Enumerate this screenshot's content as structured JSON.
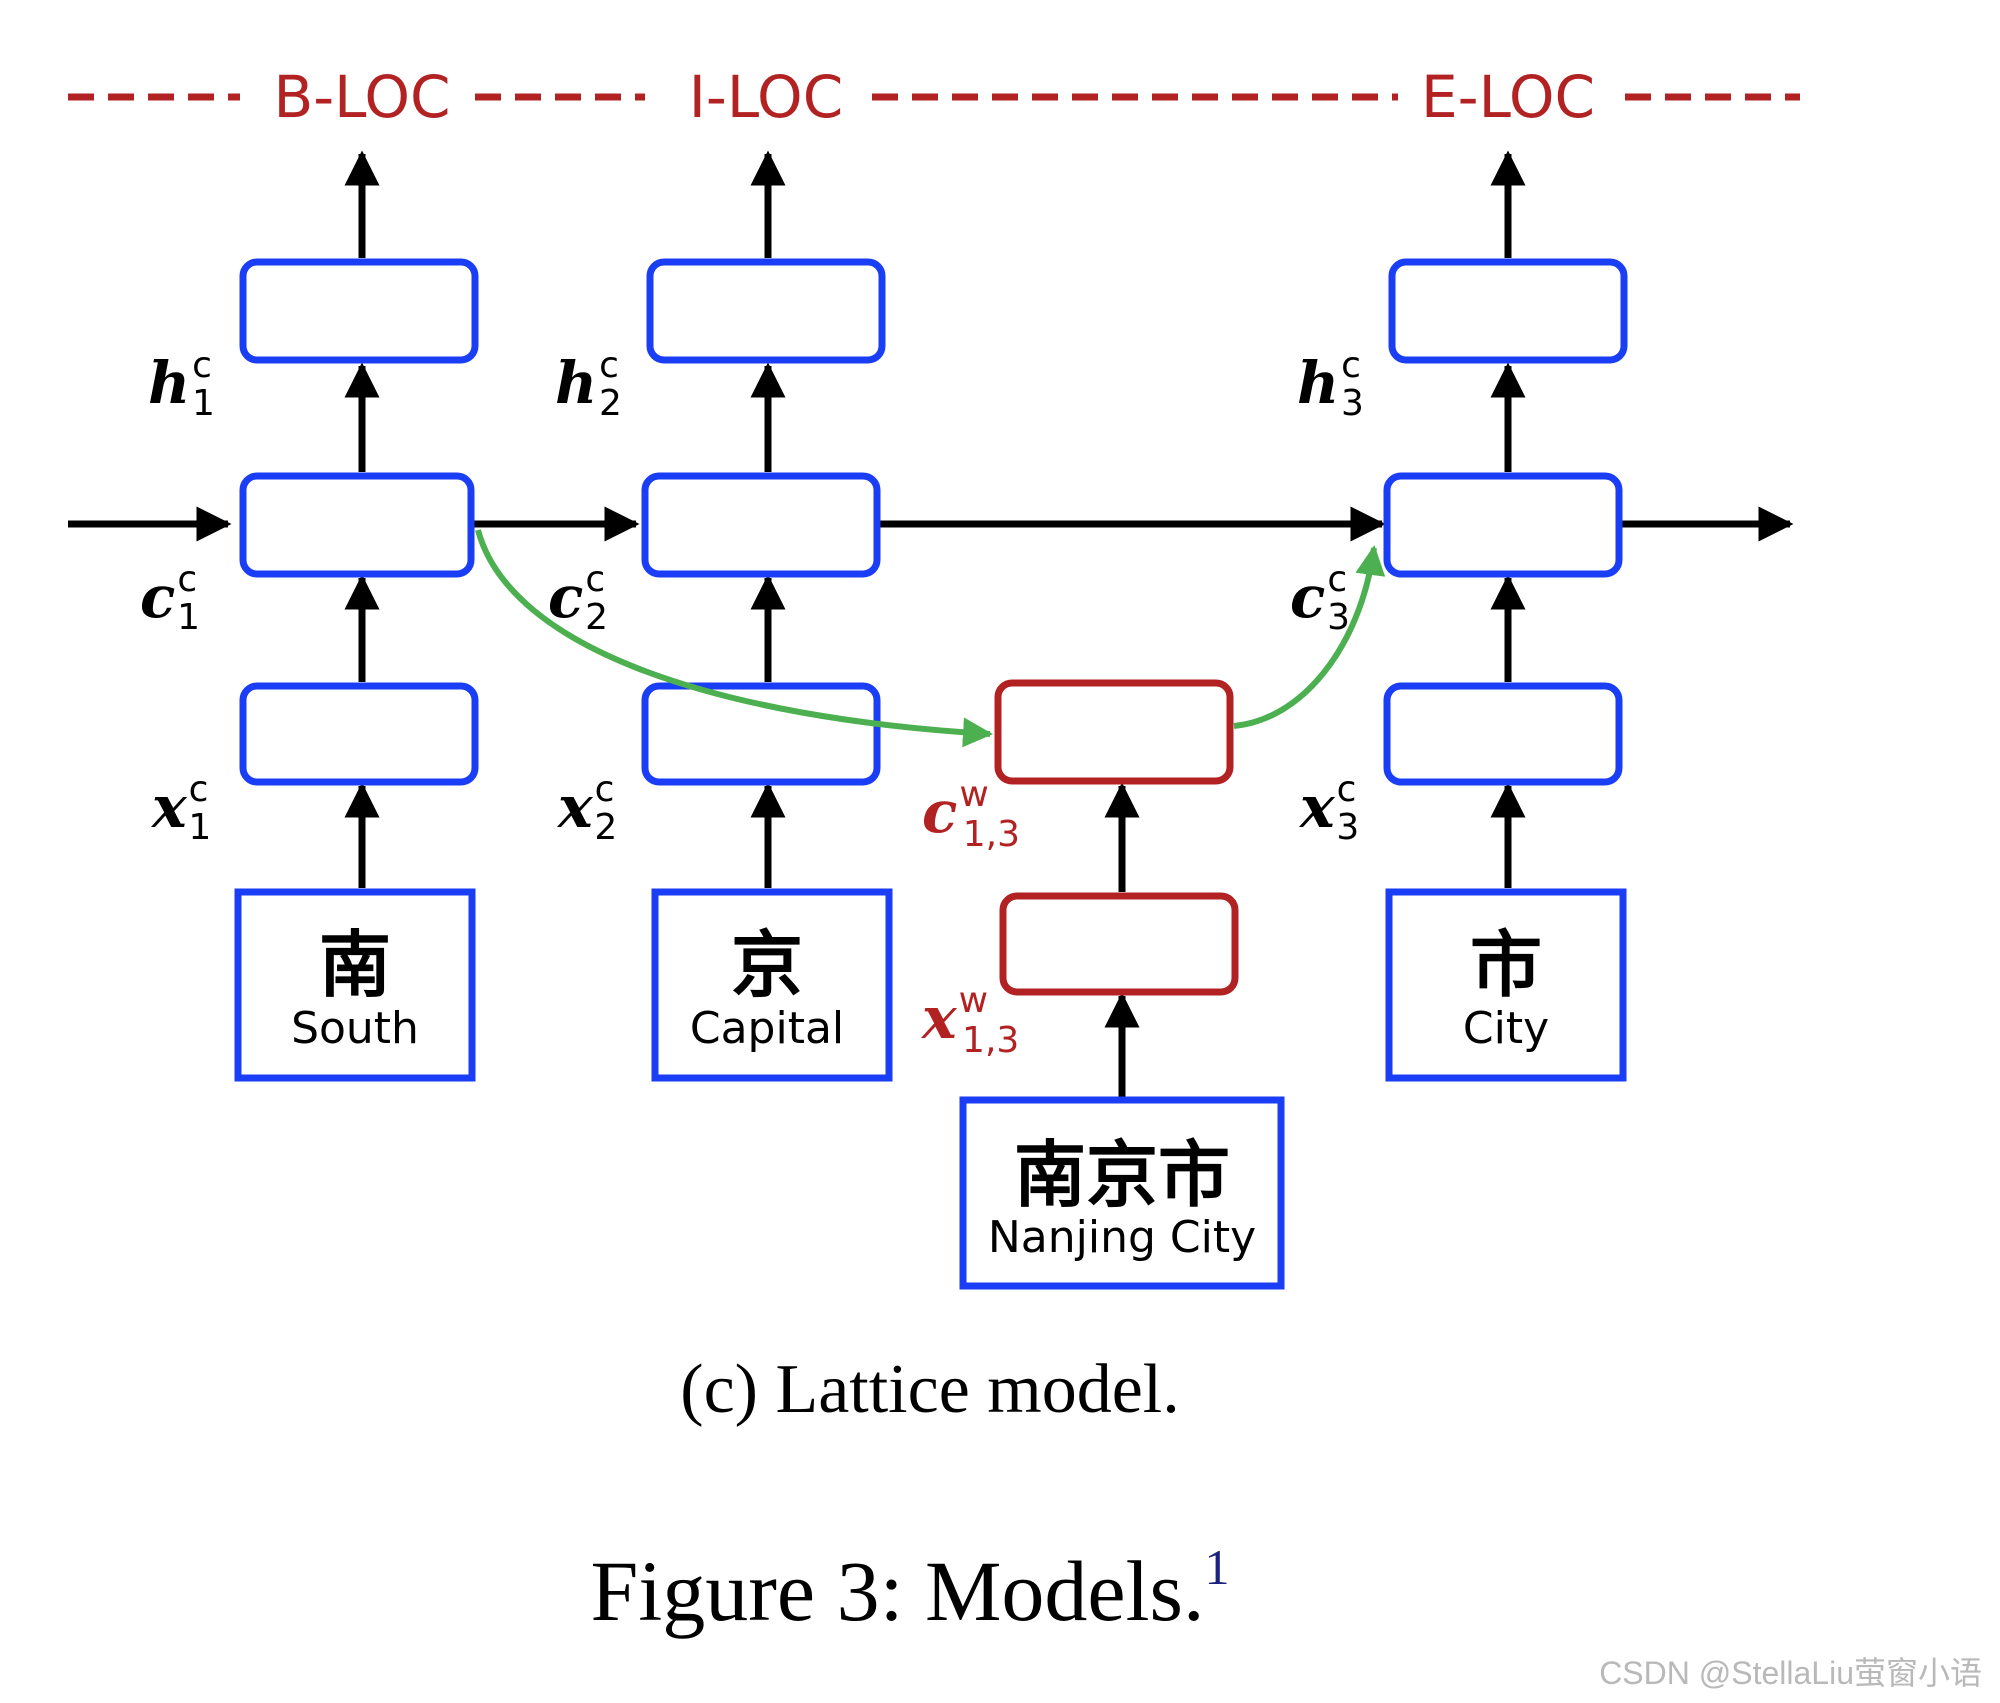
{
  "tags": [
    "B-LOC",
    "I-LOC",
    "E-LOC"
  ],
  "labels": {
    "h1": {
      "base": "h",
      "sup": "c",
      "sub": "1"
    },
    "h2": {
      "base": "h",
      "sup": "c",
      "sub": "2"
    },
    "h3": {
      "base": "h",
      "sup": "c",
      "sub": "3"
    },
    "c1": {
      "base": "c",
      "sup": "c",
      "sub": "1"
    },
    "c2": {
      "base": "c",
      "sup": "c",
      "sub": "2"
    },
    "c3": {
      "base": "c",
      "sup": "c",
      "sub": "3"
    },
    "x1": {
      "base": "x",
      "sup": "c",
      "sub": "1"
    },
    "x2": {
      "base": "x",
      "sup": "c",
      "sub": "2"
    },
    "x3": {
      "base": "x",
      "sup": "c",
      "sub": "3"
    },
    "cw": {
      "base": "c",
      "sup": "w",
      "sub": "1,3"
    },
    "xw": {
      "base": "x",
      "sup": "w",
      "sub": "1,3"
    }
  },
  "inputs": [
    {
      "zh": "南",
      "en": "South"
    },
    {
      "zh": "京",
      "en": "Capital"
    },
    {
      "zh": "市",
      "en": "City"
    },
    {
      "zh": "南京市",
      "en": "Nanjing City"
    }
  ],
  "caption_sub": "(c)  Lattice model.",
  "caption_main": "Figure 3: Models.",
  "footnote_mark": "1",
  "watermark": "CSDN @StellaLiu萤窗小语",
  "colors": {
    "blue": "#1a3ef5",
    "red": "#b22222",
    "green": "#4caf50",
    "black": "#000000"
  }
}
